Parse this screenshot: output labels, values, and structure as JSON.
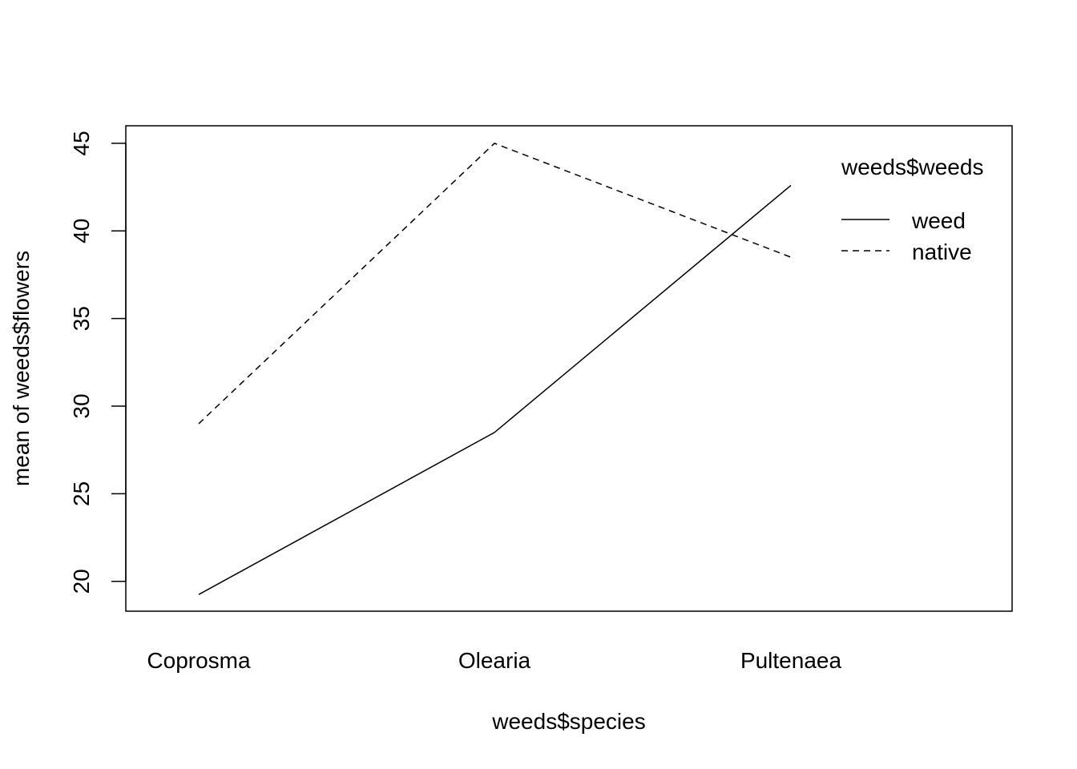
{
  "chart_data": {
    "type": "line",
    "title": "",
    "xlabel": "weeds$species",
    "ylabel": "mean of  weeds$flowers",
    "categories": [
      "Coprosma",
      "Olearia",
      "Pultenaea"
    ],
    "ylim": [
      18.3,
      46.0
    ],
    "yticks": [
      20,
      25,
      30,
      35,
      40,
      45
    ],
    "grid": false,
    "legend": {
      "title": "weeds$weeds",
      "position": "top-right",
      "entries": [
        "weed",
        "native"
      ]
    },
    "series": [
      {
        "name": "weed",
        "linestyle": "solid",
        "values": [
          19.25,
          28.5,
          42.6
        ]
      },
      {
        "name": "native",
        "linestyle": "dashed",
        "values": [
          29.0,
          45.0,
          38.5
        ]
      }
    ]
  }
}
